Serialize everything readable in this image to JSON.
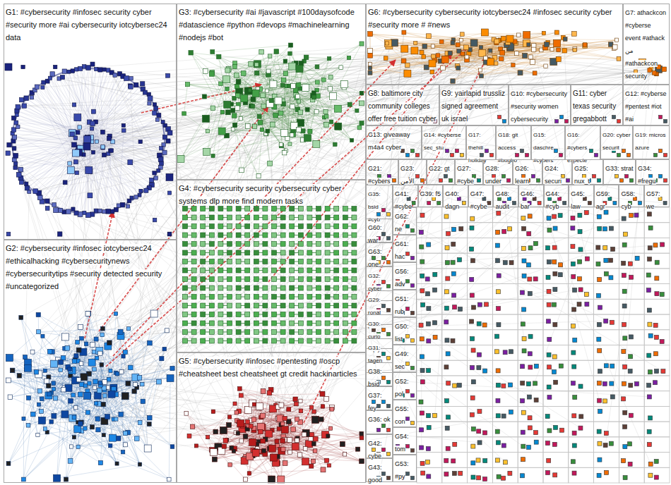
{
  "diagram": {
    "nodes": [
      {
        "text": [
          "G1: #cybersecurity #infosec security cyber #security more #ai cybersecurity iotcybersec24 data"
        ]
      },
      {
        "text": [
          "G3: #cybersecurity #ai #javascript #100daysofcode #datascience #python #devops #machinelearning #nodejs #bot"
        ]
      },
      {
        "text": [
          "G6: #cybersecurity cybersecurity iotcybersec24 #infosec security cyber #security more # #news"
        ]
      },
      {
        "text": [
          "G7: athackcon #cyberse event #athack من #athackcon security"
        ]
      },
      {
        "text": [
          "G8: baltimore city community colleges offer free tuition cyber"
        ]
      },
      {
        "text": [
          "G9: yairlapid trussliz signed agreement uk israel"
        ]
      },
      {
        "text": [
          "G10: #cybersecurity #security women cybersecurity"
        ]
      },
      {
        "text": [
          "G11: cyber texas security gregabbott"
        ]
      },
      {
        "text": [
          "G12: #cyberse #pentest #iot #ai"
        ]
      },
      {
        "text": [
          "G13: giveaway m4a4 cyber"
        ]
      },
      {
        "text": [
          "G14: #cyberse sec_stu"
        ]
      },
      {
        "text": [
          "G17: thehill holiday"
        ]
      },
      {
        "text": [
          "G18: git access #bugbo"
        ]
      },
      {
        "text": [
          "G15: daschre #cybers"
        ]
      },
      {
        "text": [
          "G16: #cybers expecte"
        ]
      },
      {
        "text": [
          "G20: cyber securit"
        ]
      },
      {
        "text": [
          "G19: micros azure"
        ]
      },
      {
        "text": [
          "G21: #cybers"
        ]
      },
      {
        "text": [
          "G23: الأمن"
        ]
      },
      {
        "text": [
          "G22: gt"
        ]
      },
      {
        "text": [
          "G27: #cybe"
        ]
      },
      {
        "text": [
          "G28: under"
        ]
      },
      {
        "text": [
          "G26: learn"
        ]
      },
      {
        "text": [
          "G24: securi"
        ]
      },
      {
        "text": [
          "G25: nux_t"
        ]
      },
      {
        "text": [
          "G33: strat"
        ]
      },
      {
        "text": [
          "G34: #fregu"
        ]
      },
      {
        "text": [
          "G4: #cybersecurity security cybersecurity cyber systems dlp more find modern tasks"
        ]
      },
      {
        "text": [
          "G35: bsid #cyb"
        ]
      },
      {
        "text": [
          "G41: #cybe"
        ]
      },
      {
        "text": [
          "G39: f5"
        ]
      },
      {
        "text": [
          "G40: dagn"
        ]
      },
      {
        "text": [
          "G47: #cybe"
        ]
      },
      {
        "text": [
          "G48: audit"
        ]
      },
      {
        "text": [
          "G46: bar"
        ]
      },
      {
        "text": [
          "G44: #cyb"
        ]
      },
      {
        "text": [
          "G45: law"
        ]
      },
      {
        "text": [
          "G59: agr"
        ]
      },
      {
        "text": [
          "G58: cyb"
        ]
      },
      {
        "text": [
          "G57: we"
        ]
      },
      {
        "text": [
          "G2: #cybersecurity #infosec iotcybersec24 #ethicalhacking #cybersecuritynews #cybersecuritytips #security detected security #uncategorized"
        ]
      },
      {
        "text": [
          "G60: war"
        ]
      },
      {
        "text": [
          "G63: one"
        ]
      },
      {
        "text": [
          "G32: cyber indiv"
        ]
      },
      {
        "text": [
          "G29: ronal podc"
        ]
      },
      {
        "text": [
          "G30: curio reply"
        ]
      },
      {
        "text": [
          "G31: tagen mars"
        ]
      },
      {
        "text": [
          "G38: bsid"
        ]
      },
      {
        "text": [
          "G37: fey"
        ]
      },
      {
        "text": [
          "G36: ok"
        ]
      },
      {
        "text": [
          "G42: cybe"
        ]
      },
      {
        "text": [
          "G43: good"
        ]
      },
      {
        "text": [
          "G62: ne"
        ]
      },
      {
        "text": [
          "G61: hac"
        ]
      },
      {
        "text": [
          "G56: adv"
        ]
      },
      {
        "text": [
          "G51: rub"
        ]
      },
      {
        "text": [
          "G50: list"
        ]
      },
      {
        "text": [
          "G49: sec"
        ]
      },
      {
        "text": [
          "G52: pol"
        ]
      },
      {
        "text": [
          "G55: con"
        ]
      },
      {
        "text": [
          "G54: tom"
        ]
      },
      {
        "text": [
          "G53: #py"
        ]
      },
      {
        "text": [
          "G5: #cybersecurity #infosec #pentesting #oscp #cheatsheet best cheatsheet gt credit hackinarticles"
        ]
      }
    ]
  }
}
